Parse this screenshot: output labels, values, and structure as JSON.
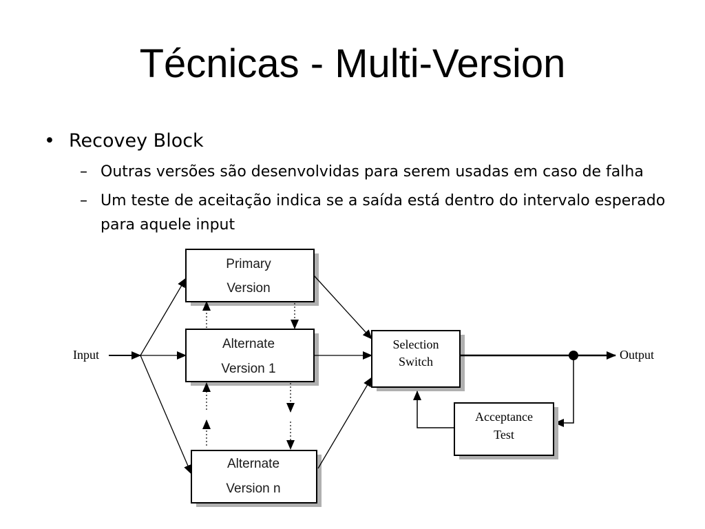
{
  "slide": {
    "title": "Técnicas - Multi-Version"
  },
  "bullets": [
    {
      "marker": "•",
      "text": "Recovey Block",
      "sub": [
        {
          "marker": "–",
          "text": "Outras versões são desenvolvidas para serem usadas em caso de falha"
        },
        {
          "marker": "–",
          "text": "Um teste de aceitação indica se a saída está dentro do intervalo esperado para aquele input"
        }
      ]
    }
  ],
  "diagram": {
    "input_label": "Input",
    "output_label": "Output",
    "primary": {
      "line1": "Primary",
      "line2": "Version"
    },
    "alternate1": {
      "line1": "Alternate",
      "line2": "Version 1"
    },
    "alternaten": {
      "line1": "Alternate",
      "line2": "Version n"
    },
    "selection": {
      "line1": "Selection",
      "line2": "Switch"
    },
    "acceptance": {
      "line1": "Acceptance",
      "line2": "Test"
    }
  }
}
